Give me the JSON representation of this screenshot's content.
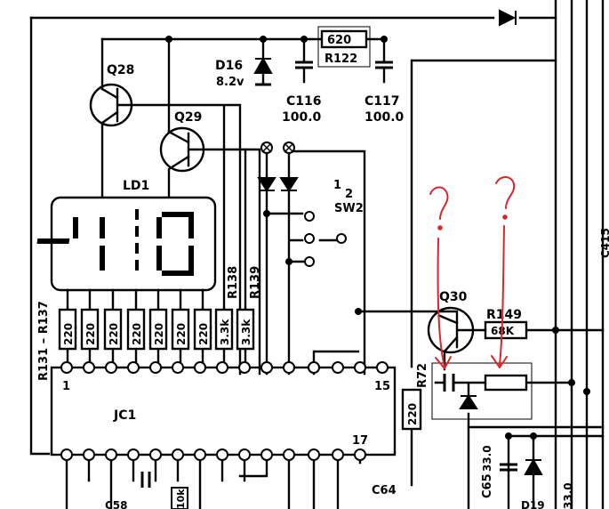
{
  "components": {
    "q28": "Q28",
    "q29": "Q29",
    "q30": "Q30",
    "d16": "D16",
    "d16_value": "8.2v",
    "r122_value": "620",
    "r122": "R122",
    "c116": "C116",
    "c116_value": "100.0",
    "c117": "C117",
    "c117_value": "100.0",
    "ld1": "LD1",
    "sw2_fraction_num": "1",
    "sw2_fraction_den": "2",
    "sw2": "SW2",
    "r131_137": "R131 – R137",
    "r138": "R138",
    "r139": "R139",
    "r72": "R72",
    "r72_value": "220",
    "r149": "R149",
    "r149_value": "68K",
    "jc1": "JC1",
    "pin1": "1",
    "pin15": "15",
    "pin17": "17",
    "c64": "C64",
    "c65": "C65",
    "c65_value": "33.0",
    "c58": "C58",
    "c415": "C415",
    "r_bottom": "10k",
    "right_edge_value": "33.0",
    "d_bottom": "D19"
  },
  "resistor_values": [
    "220",
    "220",
    "220",
    "220",
    "220",
    "220",
    "220",
    "3.3k",
    "3.3k"
  ],
  "display_digits": "-10",
  "annotations": {
    "question_left": "?",
    "question_right": "?",
    "annotation_color": "#d8262b"
  }
}
